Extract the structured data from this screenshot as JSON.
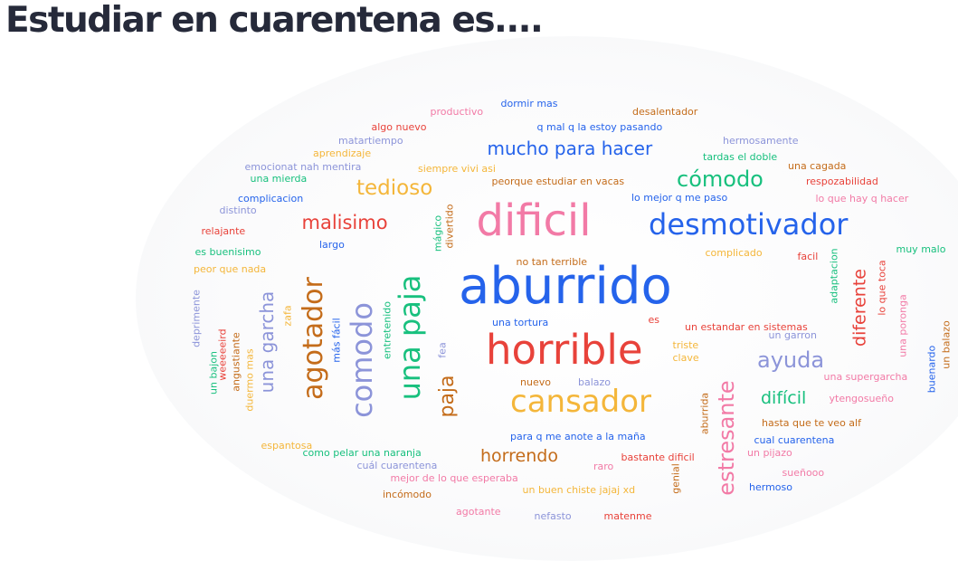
{
  "title": "Estudiar en cuarentena es....",
  "palette": {
    "blue": "#2563eb",
    "pink": "#f27aa6",
    "red": "#e8423a",
    "orange": "#c46c1a",
    "yellow": "#f4b63a",
    "green": "#18c07e",
    "purple": "#8c94d9",
    "dark": "#262a3a"
  },
  "words": [
    "aburrido",
    "horrible",
    "dificil",
    "desmotivador",
    "cansador",
    "comodo",
    "una paja",
    "agotador",
    "mucho para hacer",
    "cómodo",
    "tedioso",
    "malisimo",
    "horrendo",
    "estresante",
    "ayuda",
    "difícil",
    "una garcha",
    "paja",
    "diferente",
    "productivo",
    "dormir mas",
    "desalentador",
    "algo nuevo",
    "q mal q la estoy pasando",
    "matartiempo",
    "hermosamente",
    "aprendizaje",
    "tardas el doble",
    "emocionat nah mentira",
    "siempre vivi asi",
    "una cagada",
    "una mierda",
    "peorque estudiar en vacas",
    "respozabilidad",
    "complicacion",
    "lo mejor q me paso",
    "lo que hay q hacer",
    "distinto",
    "relajante",
    "largo",
    "es buenisimo",
    "complicado",
    "muy malo",
    "peor que nada",
    "facil",
    "no tan terrible",
    "mágico",
    "divertido",
    "adaptacion",
    "lo que toca",
    "deprimente",
    "zafa",
    "más fácil",
    "entretenido",
    "una tortura",
    "es",
    "un estandar en sistemas",
    "un garron",
    "una poronga",
    "un balazo",
    "un bajon",
    "weeeeeird",
    "angustiante",
    "duermo mas",
    "fea",
    "triste",
    "clave",
    "una supergarcha",
    "buenardo",
    "nuevo",
    "balazo",
    "ytengosueño",
    "aburrida",
    "hasta que te veo alf",
    "para q me anote a la maña",
    "cual cuarentena",
    "espantosa",
    "como pelar una naranja",
    "bastante dificil",
    "un pijazo",
    "cuál cuarentena",
    "raro",
    "genial",
    "mejor de lo que esperaba",
    "sueñooo",
    "incómodo",
    "un buen chiste jajaj xd",
    "hermoso",
    "agotante",
    "nefasto",
    "matenme"
  ]
}
